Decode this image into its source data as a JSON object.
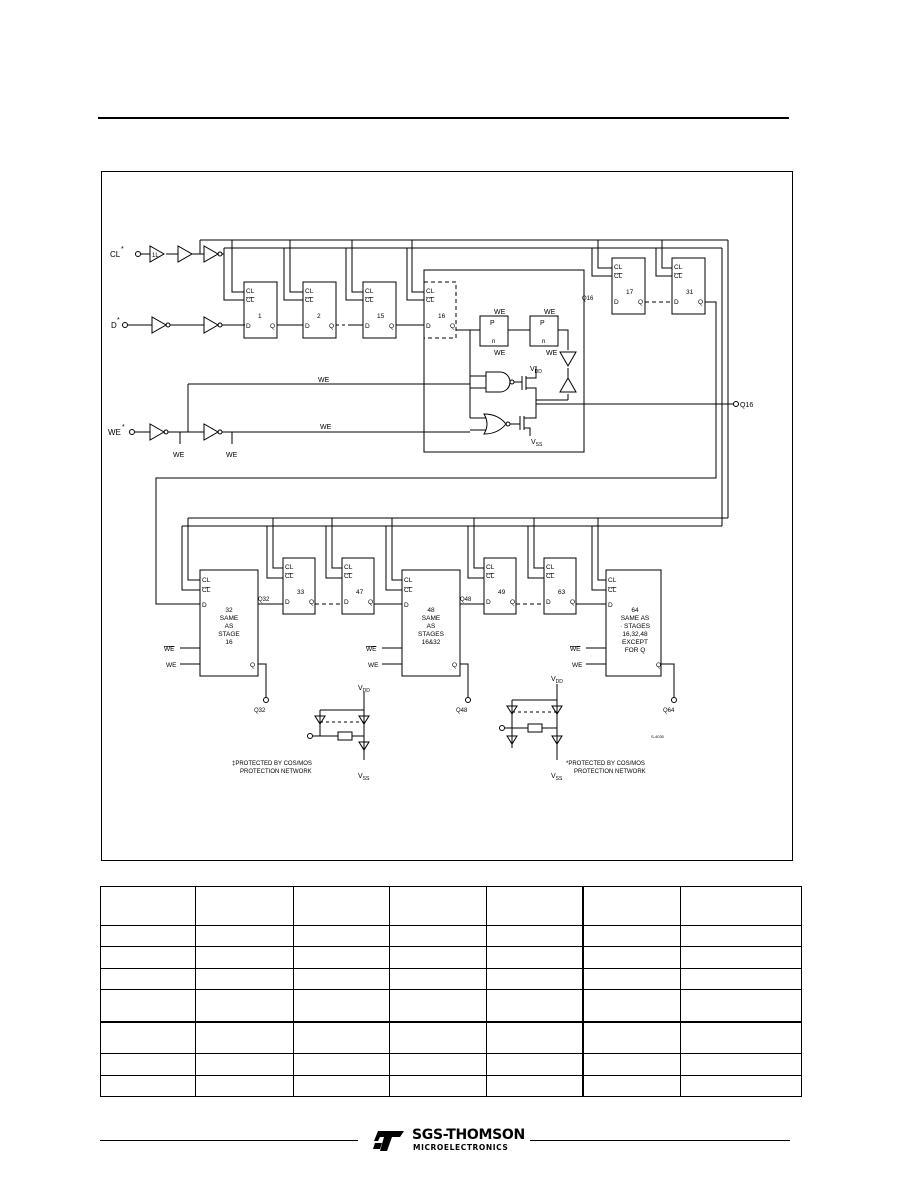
{
  "diagram": {
    "inputs": {
      "cl": "CL",
      "d": "D",
      "we": "WE",
      "star": "*"
    },
    "inverter_label": "1L",
    "stages": [
      {
        "id": "s1",
        "cl": "CL",
        "clb": "CL",
        "d": "D",
        "q": "Q",
        "num": "1"
      },
      {
        "id": "s2",
        "cl": "CL",
        "clb": "CL",
        "d": "D",
        "q": "Q",
        "num": "2"
      },
      {
        "id": "s15",
        "cl": "CL",
        "clb": "CL",
        "d": "D",
        "q": "Q",
        "num": "15"
      },
      {
        "id": "s16",
        "cl": "CL",
        "clb": "CL",
        "d": "D",
        "q": "Q",
        "num": "16"
      },
      {
        "id": "s17",
        "cl": "CL",
        "clb": "CL",
        "d": "D",
        "q": "Q",
        "num": "17"
      },
      {
        "id": "s31",
        "cl": "CL",
        "clb": "CL",
        "d": "D",
        "q": "Q",
        "num": "31"
      },
      {
        "id": "s33",
        "cl": "CL",
        "clb": "CL",
        "d": "D",
        "q": "Q",
        "num": "33"
      },
      {
        "id": "s47",
        "cl": "CL",
        "clb": "CL",
        "d": "D",
        "q": "Q",
        "num": "47"
      },
      {
        "id": "s49",
        "cl": "CL",
        "clb": "CL",
        "d": "D",
        "q": "Q",
        "num": "49"
      },
      {
        "id": "s63",
        "cl": "CL",
        "clb": "CL",
        "d": "D",
        "q": "Q",
        "num": "63"
      }
    ],
    "big_stages": [
      {
        "id": "s32",
        "cl": "CL",
        "clb": "CL",
        "d": "D",
        "q": "Q",
        "web": "WE",
        "we": "WE",
        "lines": [
          "32",
          "SAME",
          "AS",
          "STAGE",
          "16"
        ]
      },
      {
        "id": "s48",
        "cl": "CL",
        "clb": "CL",
        "d": "D",
        "q": "Q",
        "web": "WE",
        "we": "WE",
        "lines": [
          "48",
          "SAME",
          "AS",
          "STAGES",
          "16&32"
        ]
      },
      {
        "id": "s64",
        "cl": "CL",
        "clb": "CL",
        "d": "D",
        "q": "Q",
        "web": "WE",
        "we": "WE",
        "lines": [
          "64",
          "SAME AS",
          "· STAGES",
          "16,32,48",
          "EXCEPT",
          "FOR Q"
        ]
      }
    ],
    "latch": {
      "p": "P",
      "n": "n",
      "we": "WE"
    },
    "signals": {
      "web_line": "WE",
      "we_line": "WE",
      "web_tap": "WE",
      "we_tap": "WE",
      "q16_tap": "Q16",
      "q32_tap": "Q32",
      "q48_tap": "Q48",
      "q16_out": "Q16",
      "q32_out": "Q32",
      "q48_out": "Q48",
      "q64_out": "Q64"
    },
    "supply": {
      "vdd": "V",
      "dd": "DD",
      "vss": "V",
      "ss": "SS"
    },
    "notes": {
      "left": [
        "‡PROTECTED BY COS/MOS",
        "PROTECTION NETWORK"
      ],
      "right": [
        "*PROTECTED BY COS/MOS",
        "PROTECTION NETWORK"
      ]
    },
    "figure_code": "S-4030"
  },
  "table": {
    "columns": 7,
    "rows": 8,
    "cells": []
  },
  "footer": {
    "company": "SGS-THOMSON",
    "division": "MICROELECTRONICS",
    "colors": {
      "ink": "#000000"
    }
  }
}
